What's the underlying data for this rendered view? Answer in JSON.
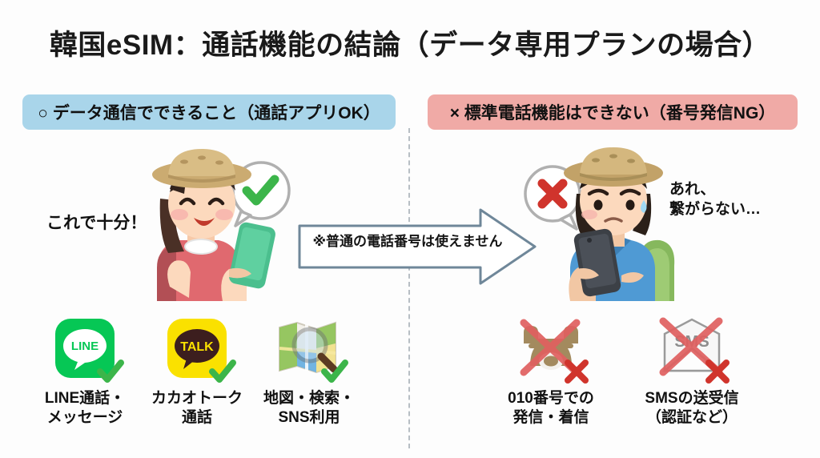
{
  "title": "韓国eSIM：通話機能の結論（データ専用プランの場合）",
  "banners": {
    "left": {
      "label": "○ データ通信でできること（通話アプリOK）",
      "color": "#a9d5ea"
    },
    "right": {
      "label": "× 標準電話機能はできない（番号発信NG）",
      "color": "#f0aaa6"
    }
  },
  "divider": {
    "style": "dashed-vertical",
    "color": "#b7bec4"
  },
  "left_panel": {
    "caption": "これで十分！",
    "person": {
      "name": "happy-female-traveler",
      "bubble_icon": "check-icon",
      "bubble_color": "#3cb54a"
    },
    "items": [
      {
        "icon": "line-app-icon",
        "icon_text": "LINE",
        "status_icon": "check-icon",
        "label_line1": "LINE通話・",
        "label_line2": "メッセージ"
      },
      {
        "icon": "kakaotalk-app-icon",
        "icon_text": "TALK",
        "status_icon": "check-icon",
        "label_line1": "カカオトーク",
        "label_line2": "通話"
      },
      {
        "icon": "map-search-icon",
        "icon_text": "",
        "status_icon": "check-icon",
        "label_line1": "地図・検索・",
        "label_line2": "SNS利用"
      }
    ]
  },
  "arrow": {
    "label": "※普通の電話番号は使えません",
    "direction": "right",
    "border_color": "#6f8799"
  },
  "right_panel": {
    "caption_line1": "あれ、",
    "caption_line2": "繋がらない…",
    "person": {
      "name": "troubled-male-traveler",
      "bubble_icon": "cross-icon",
      "bubble_color": "#d0342c"
    },
    "items": [
      {
        "icon": "rotary-phone-icon",
        "icon_text": "",
        "status_icon": "cross-icon",
        "label_line1": "010番号での",
        "label_line2": "発信・着信"
      },
      {
        "icon": "sms-envelope-icon",
        "icon_text": "SMS",
        "status_icon": "cross-icon",
        "label_line1": "SMSの送受信",
        "label_line2": "（認証など）"
      }
    ]
  },
  "colors": {
    "check_green": "#3cb54a",
    "cross_red": "#d0342c",
    "banner_blue": "#a9d5ea",
    "banner_pink": "#f0aaa6",
    "background": "#fdfdfd"
  }
}
